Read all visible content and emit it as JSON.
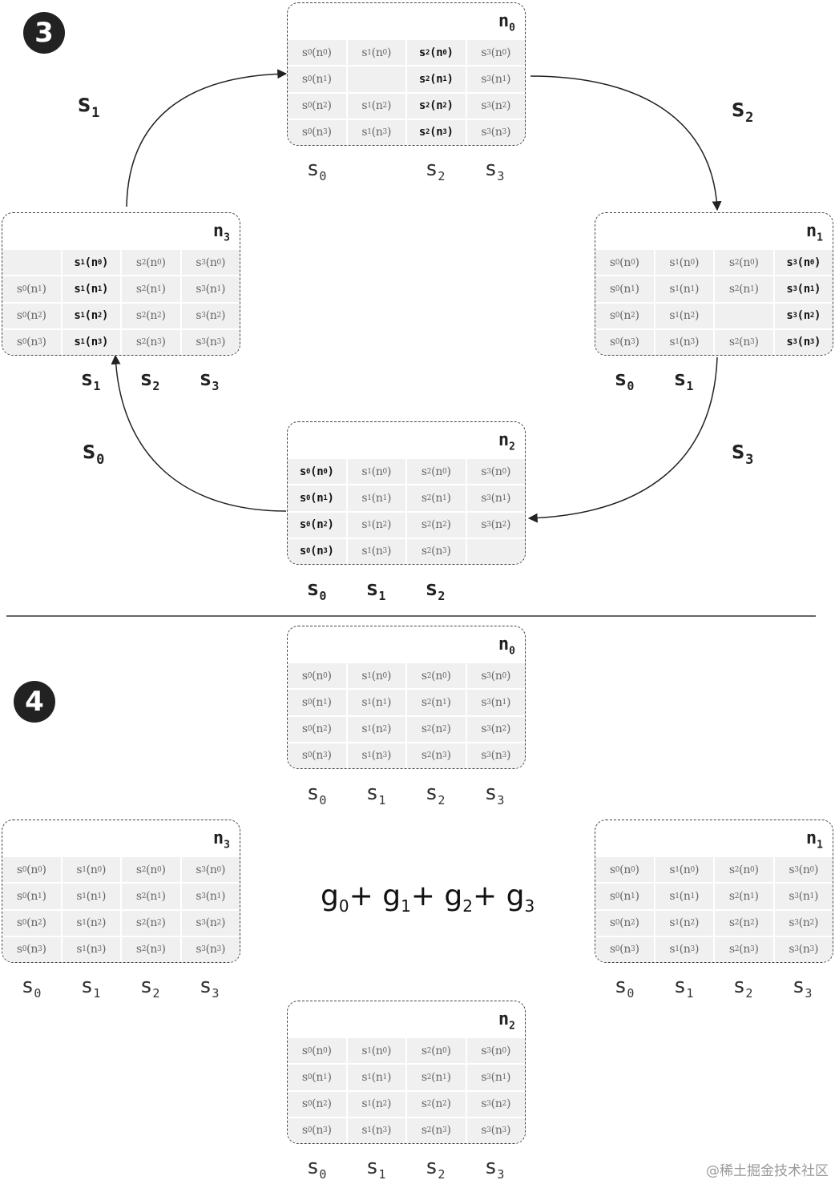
{
  "steps": {
    "step3": "3",
    "step4": "4"
  },
  "node_names": {
    "n0": "n",
    "n0_sub": "0",
    "n1": "n",
    "n1_sub": "1",
    "n2": "n",
    "n2_sub": "2",
    "n3": "n",
    "n3_sub": "3"
  },
  "section3": {
    "edges": [
      {
        "from": "n3",
        "to": "n0",
        "label": "s",
        "sub": "1"
      },
      {
        "from": "n0",
        "to": "n1",
        "label": "s",
        "sub": "2"
      },
      {
        "from": "n1",
        "to": "n2",
        "label": "s",
        "sub": "3"
      },
      {
        "from": "n2",
        "to": "n3",
        "label": "s",
        "sub": "0"
      }
    ],
    "n0": {
      "missing": [
        [
          1,
          1
        ]
      ],
      "bold_col": 2,
      "labels": [
        "0",
        "",
        "2",
        "3"
      ],
      "labels_bold": false
    },
    "n1": {
      "missing": [
        [
          2,
          2
        ]
      ],
      "bold_col": 3,
      "labels": [
        "0",
        "1",
        "",
        ""
      ],
      "labels_bold": true
    },
    "n2": {
      "missing": [
        [
          3,
          3
        ]
      ],
      "bold_col": 0,
      "labels": [
        "0",
        "1",
        "2",
        ""
      ],
      "labels_bold": true
    },
    "n3": {
      "missing": [
        [
          0,
          0
        ]
      ],
      "bold_col": 1,
      "labels": [
        "",
        "1",
        "2",
        "3"
      ],
      "labels_bold": true
    }
  },
  "section4": {
    "labels": [
      "0",
      "1",
      "2",
      "3"
    ],
    "formula": [
      {
        "t": "g",
        "s": "0"
      },
      {
        "t": "+ g",
        "s": "1"
      },
      {
        "t": "+ g",
        "s": "2"
      },
      {
        "t": "+ g",
        "s": "3"
      }
    ]
  },
  "cell_text": {
    "s": "s",
    "n": "n"
  },
  "watermark": "@稀土掘金技术社区"
}
